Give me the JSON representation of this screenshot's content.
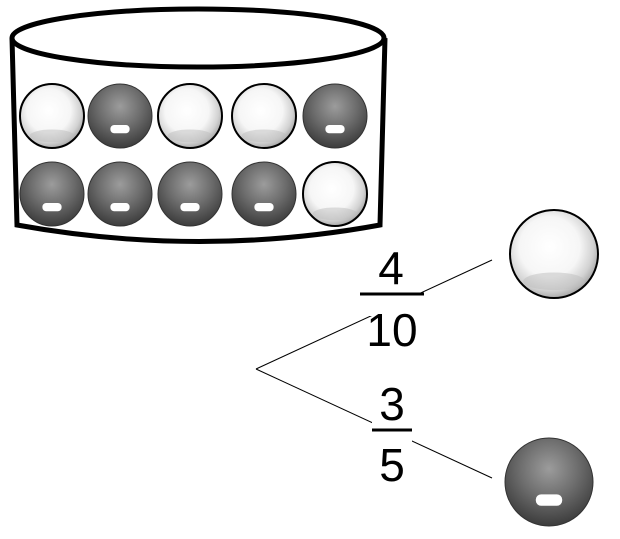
{
  "jar": {
    "marbles": [
      {
        "color": "white"
      },
      {
        "color": "gray"
      },
      {
        "color": "white"
      },
      {
        "color": "white"
      },
      {
        "color": "gray"
      },
      {
        "color": "gray"
      },
      {
        "color": "gray"
      },
      {
        "color": "gray"
      },
      {
        "color": "gray"
      },
      {
        "color": "white"
      }
    ]
  },
  "tree": {
    "upper_branch": {
      "numerator": "4",
      "denominator": "10",
      "outcome": "white"
    },
    "lower_branch": {
      "numerator": "3",
      "denominator": "5",
      "outcome": "gray"
    }
  },
  "colors": {
    "white_marble": "#f4f4f4",
    "gray_marble": "#6a6a6a",
    "outline": "#000000"
  }
}
